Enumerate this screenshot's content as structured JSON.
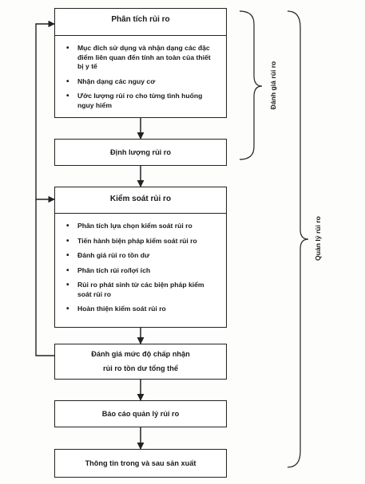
{
  "boxes": {
    "risk_analysis": {
      "title": "Phân tích rủi ro",
      "items": [
        "Mục đích sử dụng và nhận dạng các đặc điểm liên quan đến tính an toàn của thiết bị y tế",
        "Nhận dạng các nguy cơ",
        "Ước lượng rủi ro cho từng tình huống nguy hiểm"
      ]
    },
    "risk_quantification": {
      "label": "Định lượng rủi ro"
    },
    "risk_control": {
      "title": "Kiểm soát rủi ro",
      "items": [
        "Phân tích lựa chọn kiểm soát rủi ro",
        "Tiến hành biện pháp kiểm soát rủi ro",
        "Đánh giá rủi ro tồn dư",
        "Phân tích rủi ro/lợi ích",
        "Rủi ro phát sinh từ các biện pháp kiểm soát rủi ro",
        "Hoàn thiện kiểm soát rủi ro"
      ]
    },
    "residual_evaluation": {
      "lines": [
        "Đánh giá mức độ chấp nhận",
        "rủi ro tồn dư tổng thể"
      ]
    },
    "management_report": {
      "label": "Báo cáo quản lý rủi ro"
    },
    "production_info": {
      "label": "Thông tin trong và sau sản xuất"
    }
  },
  "brackets": {
    "risk_assessment": "Đánh giá rủi ro",
    "risk_management": "Quản lý rủi ro"
  }
}
